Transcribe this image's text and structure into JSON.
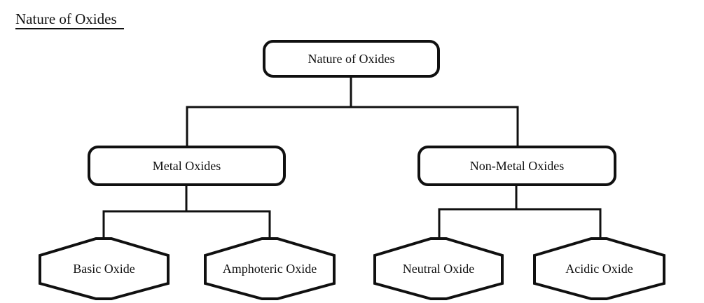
{
  "title": "Nature of Oxides",
  "colors": {
    "ink": "#111111",
    "background": "#ffffff"
  },
  "diagram": {
    "type": "tree-flowchart",
    "root": {
      "label": "Nature of Oxides",
      "shape": "rounded-rectangle"
    },
    "branches": [
      {
        "label": "Metal Oxides",
        "shape": "rounded-rectangle",
        "children": [
          {
            "label": "Basic Oxide",
            "shape": "hexagon"
          },
          {
            "label": "Amphoteric Oxide",
            "shape": "hexagon"
          }
        ]
      },
      {
        "label": "Non-Metal Oxides",
        "shape": "rounded-rectangle",
        "children": [
          {
            "label": "Neutral Oxide",
            "shape": "hexagon"
          },
          {
            "label": "Acidic Oxide",
            "shape": "hexagon"
          }
        ]
      }
    ]
  }
}
